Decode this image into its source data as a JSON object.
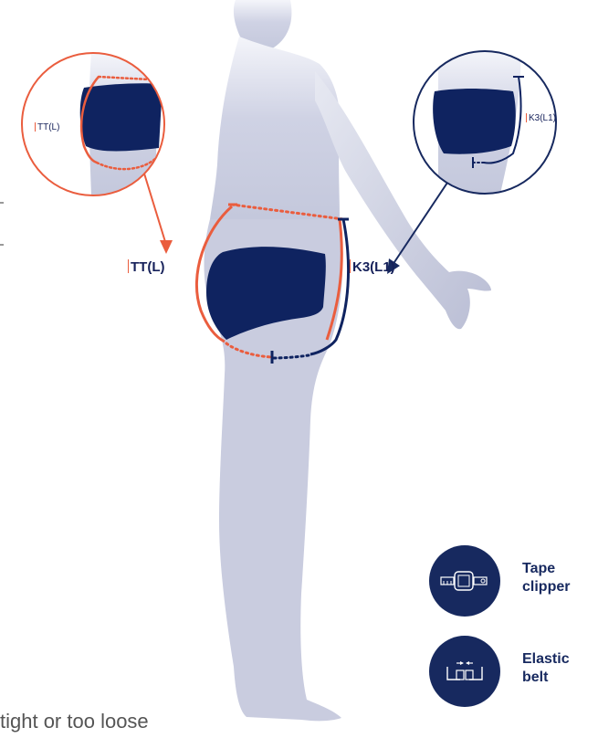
{
  "labels": {
    "tt_main": "TT(L)",
    "k3_main": "K3(L1)",
    "tt_zoom": "TT(L)",
    "k3_zoom": "K3(L1)"
  },
  "legend": [
    {
      "icon": "tape-clipper-icon",
      "label": "Tape clipper"
    },
    {
      "icon": "elastic-belt-icon",
      "label": "Elastic belt"
    }
  ],
  "partial_text": "tight or too loose",
  "colors": {
    "body": "#c9ccdf",
    "body_light": "#eef0f7",
    "garment": "#0f2360",
    "orange": "#ea5d3e",
    "navy": "#17295f"
  }
}
